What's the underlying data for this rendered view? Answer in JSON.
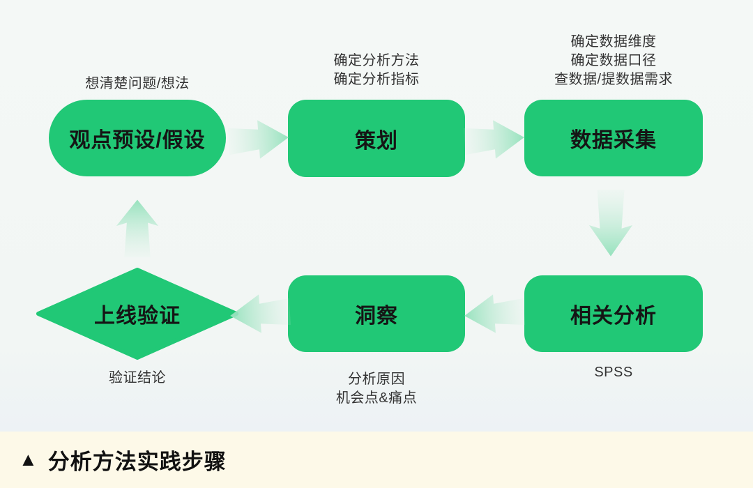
{
  "colors": {
    "node_green": "#21c876",
    "arrow_green": "#9de4c1",
    "background": "#f3f7f5",
    "footer_background": "#fdf9e8",
    "node_text": "#151515",
    "note_text": "#333333"
  },
  "diagram": {
    "top_row": {
      "hypothesis": {
        "label": "观点预设/假设",
        "shape": "stadium",
        "note": "想清楚问题/想法"
      },
      "planning": {
        "label": "策划",
        "shape": "rounded-rect",
        "notes": [
          "确定分析方法",
          "确定分析指标"
        ]
      },
      "data_collection": {
        "label": "数据采集",
        "shape": "rounded-rect",
        "notes": [
          "确定数据维度",
          "确定数据口径",
          "查数据/提数据需求"
        ]
      }
    },
    "bottom_row": {
      "launch_validation": {
        "label": "上线验证",
        "shape": "diamond",
        "note": "验证结论"
      },
      "insight": {
        "label": "洞察",
        "shape": "rounded-rect",
        "notes": [
          "分析原因",
          "机会点&痛点"
        ]
      },
      "correlation_analysis": {
        "label": "相关分析",
        "shape": "rounded-rect",
        "note": "SPSS"
      }
    },
    "edges": [
      {
        "from": "观点预设/假设",
        "to": "策划",
        "direction": "right",
        "icon": "arrow-right-icon"
      },
      {
        "from": "策划",
        "to": "数据采集",
        "direction": "right",
        "icon": "arrow-right-icon"
      },
      {
        "from": "数据采集",
        "to": "相关分析",
        "direction": "down",
        "icon": "arrow-down-icon"
      },
      {
        "from": "相关分析",
        "to": "洞察",
        "direction": "left",
        "icon": "arrow-left-icon"
      },
      {
        "from": "洞察",
        "to": "上线验证",
        "direction": "left",
        "icon": "arrow-left-icon"
      },
      {
        "from": "上线验证",
        "to": "观点预设/假设",
        "direction": "up",
        "icon": "arrow-up-icon"
      }
    ]
  },
  "footer": {
    "marker": "▲",
    "title": "分析方法实践步骤"
  }
}
